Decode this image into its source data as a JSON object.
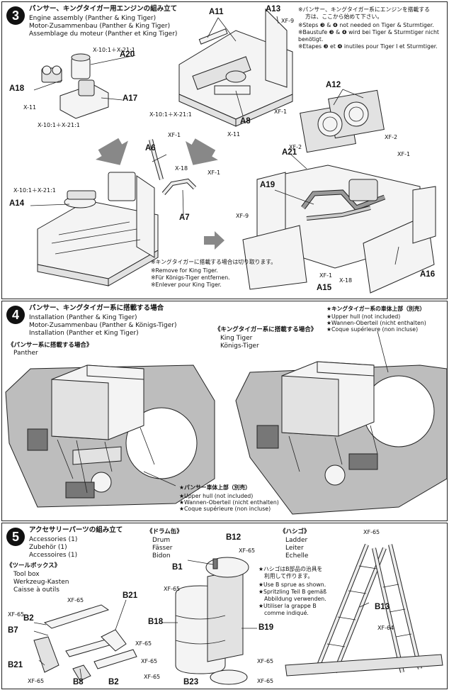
{
  "step3": {
    "number": "3",
    "title_jp": "パンサー、キングタイガー用エンジンの組み立て",
    "title_en": "Engine assembly (Panther & King Tiger)",
    "title_de": "Motor-Zusammenbau (Panther & King Tiger)",
    "title_fr": "Assemblage du moteur (Panther et King Tiger)",
    "note_jp1": "※パンサー、キングタイガー系にエンジンを搭載する",
    "note_jp2": "方は、ここから始めて下さい。",
    "note_en": "※Steps ❸ & ❹ not needed on Tiger & Sturmtiger.",
    "note_de1": "※Baustufe ❸ & ❹ wird bei Tiger & Sturmtiger nicht be-",
    "note_de2": "nötigt.",
    "note_fr1": "※Etapes ❸ et ❹ inutiles pour Tiger I et Sturmtiger.",
    "labels": {
      "a11": "A11",
      "a13": "A13",
      "a20": "A20",
      "a18": "A18",
      "a17": "A17",
      "a8": "A8",
      "a12": "A12",
      "a6": "A6",
      "a21": "A21",
      "a19": "A19",
      "a14": "A14",
      "a7": "A7",
      "a15": "A15",
      "a16": "A16"
    },
    "paints": {
      "xf9a": "XF-9",
      "xf9b": "XF-9",
      "xf1a": "XF-1",
      "xf1b": "XF-1",
      "xf1c": "XF-1",
      "xf1d": "XF-1",
      "xf1e": "XF-1",
      "xf2a": "XF-2",
      "xf2b": "XF-2",
      "x18a": "X-18",
      "x18b": "X-18",
      "x11a": "X-11",
      "x11b": "X-11",
      "mixa": "X-10:1＋X-21:1",
      "mixb": "X-10:1＋X-21:1",
      "mixc": "X-10:1＋X-21:1",
      "mixd": "X-10:1＋X-21:1"
    },
    "remove_jp": "※キングタイガーに搭載する場合は切り取ります。",
    "remove_en": "※Remove for King Tiger.",
    "remove_de": "※Für Königs-Tiger entfernen.",
    "remove_fr": "※Enlever pour King Tiger."
  },
  "step4": {
    "number": "4",
    "title_jp": "パンサー、キングタイガー系に搭載する場合",
    "title_en": "Installation (Panther & King Tiger)",
    "title_de": "Motor-Zusammenbau (Panther & Königs-Tiger)",
    "title_fr": "Installation (Panther et King Tiger)",
    "panther_jp": "《パンサー系に搭載する場合》",
    "panther_en": "Panther",
    "king_jp": "《キングタイガー系に搭載する場合》",
    "king_en": "King Tiger",
    "king_de": "Königs-Tiger",
    "kt_hull_jp": "★キングタイガー系の車体上部（別売）",
    "kt_hull_en": "★Upper hull (not included)",
    "kt_hull_de": "★Wannen-Oberteil (nicht enthalten)",
    "kt_hull_fr": "★Coque supérieure (non incluse)",
    "p_hull_jp": "★パンサー車体上部（別売）",
    "p_hull_en": "★Upper hull (not included)",
    "p_hull_de": "★Wannen-Oberteil (nicht enthalten)",
    "p_hull_fr": "★Coque supérieure (non incluse)"
  },
  "step5": {
    "number": "5",
    "title_jp": "アクセサリーパーツの組み立て",
    "title_en": "Accessories (1)",
    "title_de": "Zubehör (1)",
    "title_fr": "Accessoires (1)",
    "toolbox_jp": "《ツールボックス》",
    "toolbox_en": "Tool box",
    "toolbox_de": "Werkzeug-Kasten",
    "toolbox_fr": "Caisse à outils",
    "drum_jp": "《ドラム缶》",
    "drum_en": "Drum",
    "drum_de": "Fässer",
    "drum_fr": "Bidon",
    "ladder_jp": "《ハシゴ》",
    "ladder_en": "Ladder",
    "ladder_de": "Leiter",
    "ladder_fr": "Echelle",
    "jig_jp1": "★ハシゴはB部品の治具を",
    "jig_jp2": "利用して作ります。",
    "jig_en": "★Use B sprue as shown.",
    "jig_de1": "★Spritzling Teil B gemäß",
    "jig_de2": "Abbildung verwenden.",
    "jig_fr1": "★Utiliser la grappe B",
    "jig_fr2": "comme indiqué.",
    "labels": {
      "b2a": "B2",
      "b7": "B7",
      "b21a": "B21",
      "b21b": "B21",
      "b8": "B8",
      "b2b": "B2",
      "b12": "B12",
      "b1": "B1",
      "b18": "B18",
      "b19": "B19",
      "b23": "B23",
      "b13": "B13"
    },
    "paints": {
      "xf65a": "XF-65",
      "xf65b": "XF-65",
      "xf65c": "XF-65",
      "xf65d": "XF-65",
      "xf65e": "XF-65",
      "xf65f": "XF-65",
      "xf65g": "XF-65",
      "xf65h": "XF-65",
      "xf65i": "XF-65",
      "xf65j": "XF-65",
      "xf65k": "XF-65",
      "xf64": "XF-64"
    }
  }
}
